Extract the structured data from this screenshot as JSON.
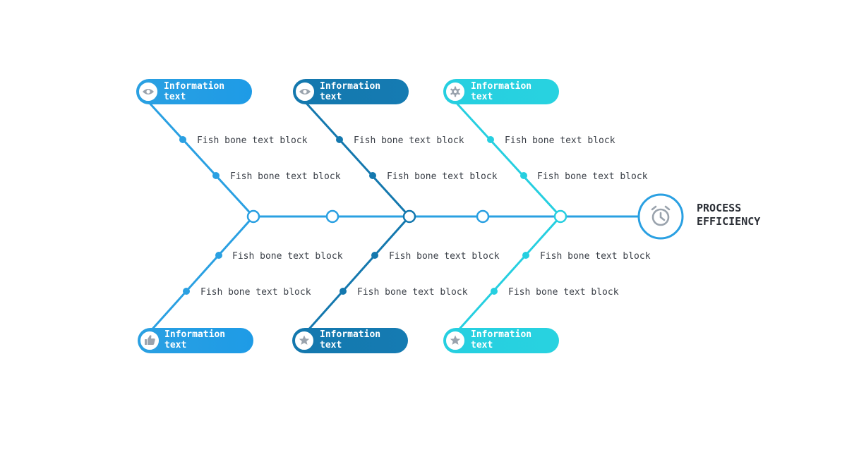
{
  "colors": {
    "light": "#2aa0e2",
    "dark": "#1478ae",
    "cyan": "#26cfe0",
    "icon_gray": "#9aa3ad",
    "text": "#3a3f47"
  },
  "head": {
    "icon": "alarm-clock-icon",
    "title_line1": "PROCESS",
    "title_line2": "EFFICIENCY"
  },
  "branches": [
    {
      "id": "top-1",
      "color": "light",
      "icon": "eye-icon",
      "label_line1": "Information",
      "label_line2": "text",
      "bones": [
        "Fish bone text block",
        "Fish bone text block"
      ]
    },
    {
      "id": "top-2",
      "color": "dark",
      "icon": "eye-icon",
      "label_line1": "Information",
      "label_line2": "text",
      "bones": [
        "Fish bone text block",
        "Fish bone text block"
      ]
    },
    {
      "id": "top-3",
      "color": "cyan",
      "icon": "gear-icon",
      "label_line1": "Information",
      "label_line2": "text",
      "bones": [
        "Fish bone text block",
        "Fish bone text block"
      ]
    },
    {
      "id": "bottom-1",
      "color": "light",
      "icon": "thumbs-up-icon",
      "label_line1": "Information",
      "label_line2": "text",
      "bones": [
        "Fish bone text block",
        "Fish bone text block"
      ]
    },
    {
      "id": "bottom-2",
      "color": "dark",
      "icon": "star-icon",
      "label_line1": "Information",
      "label_line2": "text",
      "bones": [
        "Fish bone text block",
        "Fish bone text block"
      ]
    },
    {
      "id": "bottom-3",
      "color": "cyan",
      "icon": "star-icon",
      "label_line1": "Information",
      "label_line2": "text",
      "bones": [
        "Fish bone text block",
        "Fish bone text block"
      ]
    }
  ]
}
